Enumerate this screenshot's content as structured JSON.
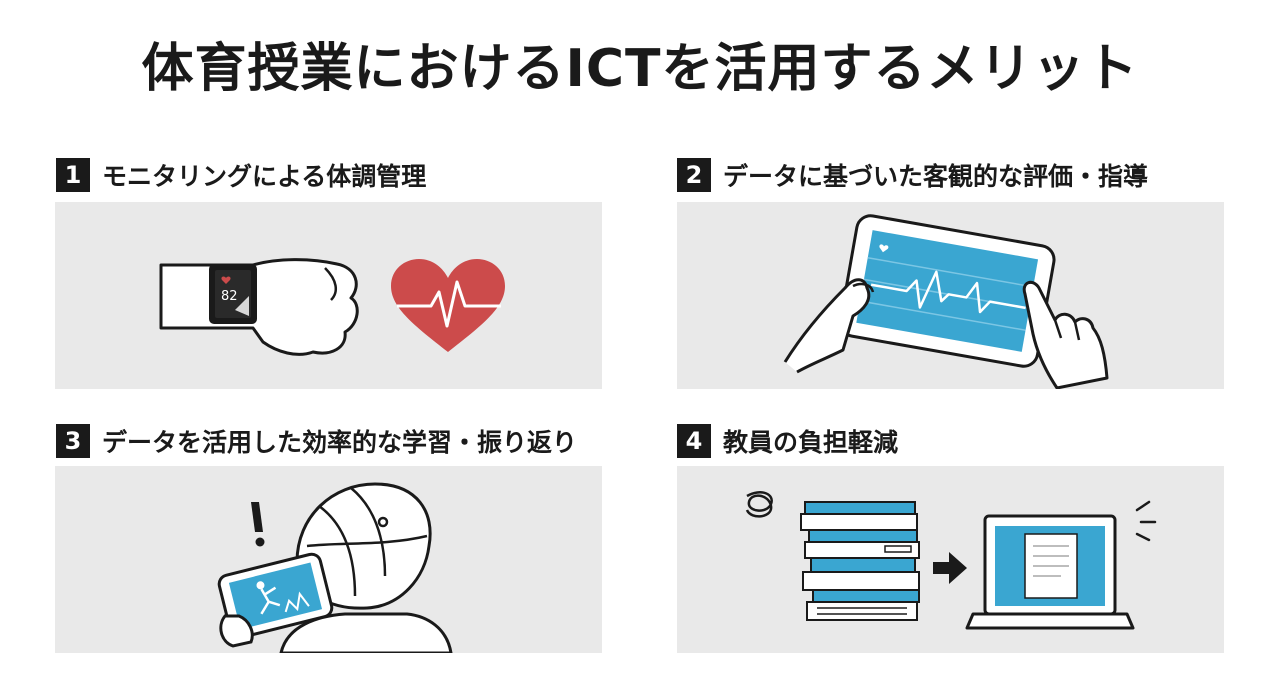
{
  "title": "体育授業におけるICTを活用するメリット",
  "items": [
    {
      "number": "1",
      "label": "モニタリングによる体調管理",
      "watch_value": "82"
    },
    {
      "number": "2",
      "label": "データに基づいた客観的な評価・指導"
    },
    {
      "number": "3",
      "label": "データを活用した効率的な学習・振り返り"
    },
    {
      "number": "4",
      "label": "教員の負担軽減"
    }
  ],
  "colors": {
    "accent_blue": "#3aa6d1",
    "heart_red": "#cc4b4b",
    "panel_gray": "#e9e9e9",
    "ink": "#1a1a1a"
  },
  "icons": [
    "smartwatch-icon",
    "heart-icon",
    "tablet-icon",
    "student-tablet-icon",
    "paper-stack-icon",
    "arrow-right-icon",
    "laptop-icon"
  ]
}
